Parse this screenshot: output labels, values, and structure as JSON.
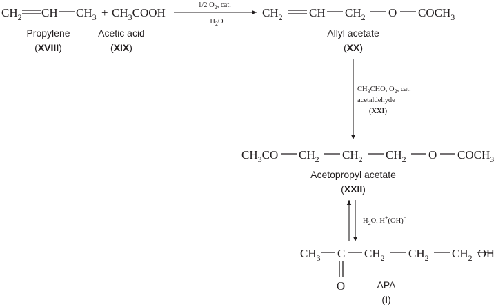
{
  "reaction1": {
    "propylene_formula": [
      "CH",
      "2",
      "CH",
      "CH",
      "3"
    ],
    "plus": "+",
    "acetic_formula": [
      "CH",
      "3",
      "COOH"
    ],
    "conditions_top": [
      "1/2 O",
      "2",
      ", cat."
    ],
    "conditions_bottom": [
      "−H",
      "2",
      "O"
    ],
    "propylene_name": "Propylene",
    "propylene_id": "XVIII",
    "acetic_name": "Acetic acid",
    "acetic_id": "XIX"
  },
  "product1": {
    "formula": [
      "CH",
      "2",
      "CH",
      "CH",
      "2",
      "O",
      "COCH",
      "3"
    ],
    "name": "Allyl acetate",
    "id": "XX"
  },
  "step2": {
    "conditions_line1": [
      "CH",
      "3",
      "CHO, O",
      "2",
      ", cat."
    ],
    "conditions_line2": "acetaldehyde",
    "conditions_line3": "XXI"
  },
  "product2": {
    "formula": [
      "CH",
      "3",
      "CO",
      "CH",
      "2",
      "CH",
      "2",
      "CH",
      "2",
      "O",
      "COCH",
      "3"
    ],
    "name": "Acetopropyl acetate",
    "id": "XXII"
  },
  "step3": {
    "conditions": [
      "H",
      "2",
      "O, H",
      "+",
      "(OH)",
      "−"
    ]
  },
  "product3": {
    "formula": [
      "CH",
      "3",
      "C",
      "CH",
      "2",
      "CH",
      "2",
      "CH",
      "2",
      "OH"
    ],
    "oxygen": "O",
    "name": "APA",
    "id": "I"
  }
}
